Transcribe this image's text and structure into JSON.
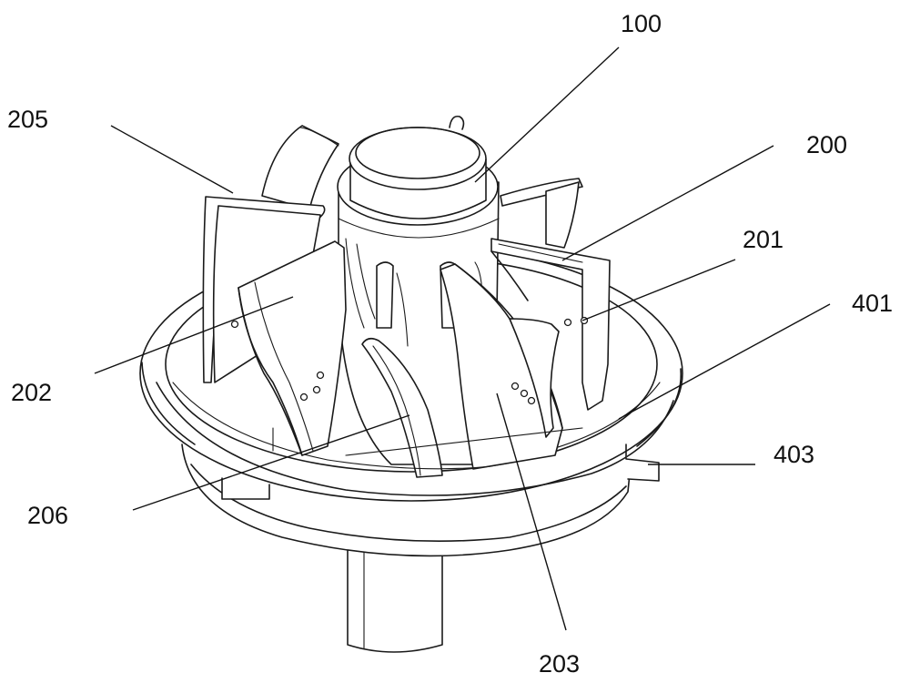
{
  "labels": {
    "l100": "100",
    "l200": "200",
    "l201": "201",
    "l202": "202",
    "l203": "203",
    "l205": "205",
    "l206": "206",
    "l401": "401",
    "l403": "403"
  },
  "colors": {
    "line": "#1a1a1a",
    "background": "#ffffff"
  }
}
